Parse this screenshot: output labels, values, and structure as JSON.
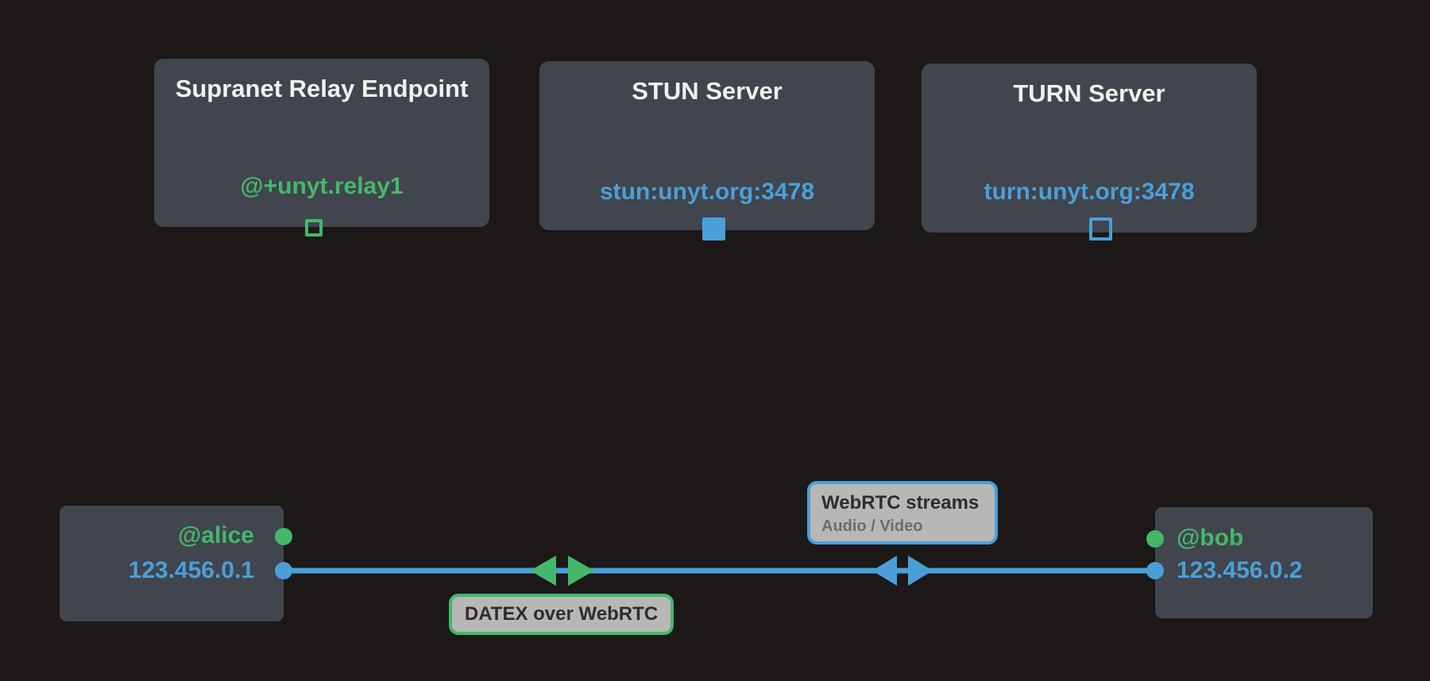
{
  "colors": {
    "background": "#1b1817",
    "node": "#41454d",
    "title": "#eef3ee",
    "green": "#43b86a",
    "blue": "#4a9fd9",
    "label_bg": "#b8b7b6"
  },
  "servers": [
    {
      "title": "Supranet Relay Endpoint",
      "address": "@+unyt.relay1",
      "address_color": "green",
      "port": "outline-square"
    },
    {
      "title": "STUN Server",
      "address": "stun:unyt.org:3478",
      "address_color": "blue",
      "port": "filled-square"
    },
    {
      "title": "TURN Server",
      "address": "turn:unyt.org:3478",
      "address_color": "blue",
      "port": "outline-square"
    }
  ],
  "endpoints": {
    "alice": {
      "id": "@alice",
      "ip": "123.456.0.1"
    },
    "bob": {
      "id": "@bob",
      "ip": "123.456.0.2"
    }
  },
  "connections": [
    {
      "label": "DATEX over WebRTC",
      "arrow_color": "green",
      "direction": "bidirectional"
    },
    {
      "label": "WebRTC streams",
      "sublabel": "Audio / Video",
      "arrow_color": "blue",
      "direction": "bidirectional"
    }
  ]
}
